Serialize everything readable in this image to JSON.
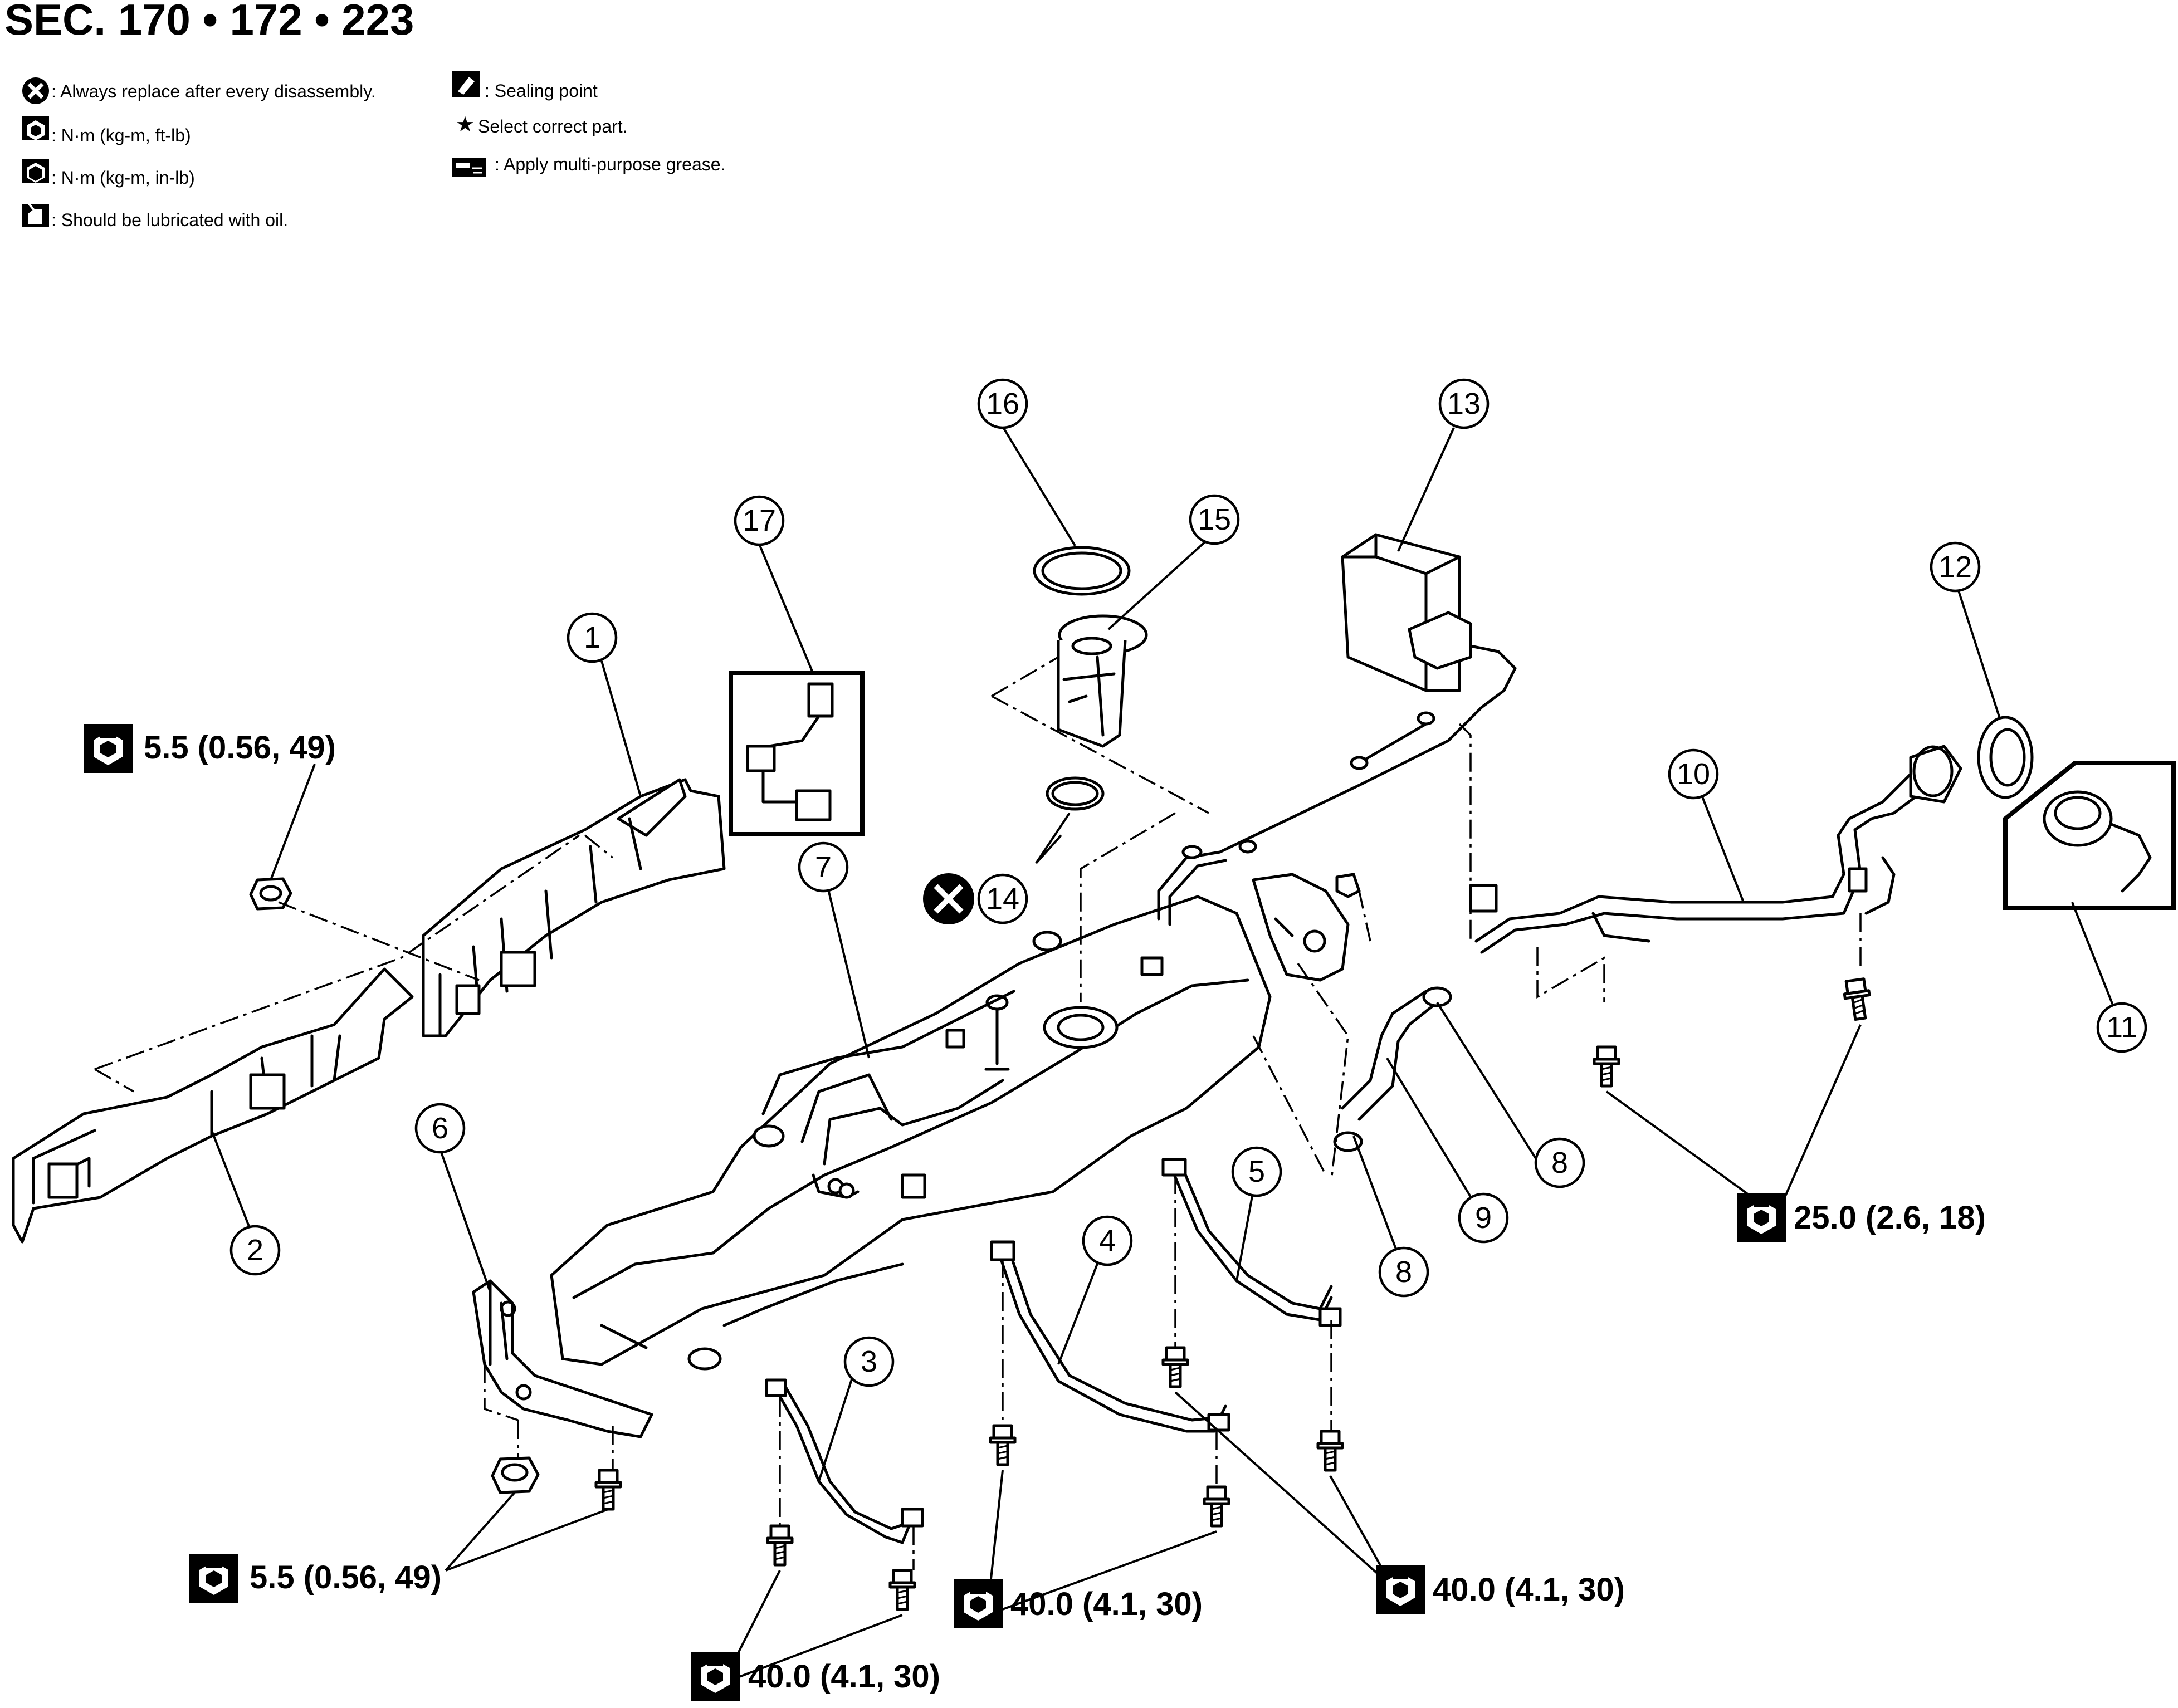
{
  "header": {
    "title": "SEC. 170 • 172 • 223"
  },
  "legend": {
    "replace": ": Always replace after every disassembly.",
    "torque_ftlb": ": N·m (kg-m, ft-lb)",
    "torque_inlb": ": N·m (kg-m, in-lb)",
    "oil": ": Should be lubricated with oil.",
    "sealing": ": Sealing point",
    "select": "Select correct part.",
    "grease": ": Apply multi-purpose grease."
  },
  "callouts": [
    "1",
    "2",
    "3",
    "4",
    "5",
    "6",
    "7",
    "8",
    "8",
    "9",
    "10",
    "11",
    "12",
    "13",
    "14",
    "15",
    "16",
    "17"
  ],
  "torques": {
    "heat_shield_nut": "5.5 (0.56, 49)",
    "bracket_nut": "5.5 (0.56, 49)",
    "strap3_bolts": "40.0 (4.1, 30)",
    "strap4_bolts": "40.0 (4.1, 30)",
    "strap5_bolts": "40.0 (4.1, 30)",
    "filler_bolts": "25.0 (2.6, 18)"
  },
  "icons": {
    "replace": "x-circle-icon",
    "torque_ftlb": "wrench-outline-icon",
    "torque_inlb": "wrench-solid-icon",
    "oil": "oil-can-icon",
    "sealing": "sealant-icon",
    "select": "star-icon",
    "grease": "grease-icon",
    "torque_badge": "hex-wrench-icon"
  },
  "colors": {
    "ink": "#000000",
    "paper": "#ffffff"
  }
}
